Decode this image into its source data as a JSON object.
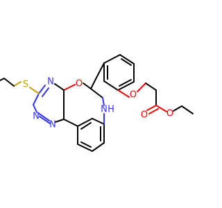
{
  "molecule": {
    "atom_labels": {
      "o_ring": "O",
      "n_triazine_top": "N",
      "n_triazine_left": "N",
      "n_triazine_bottom": "N",
      "nh": "N",
      "h": "H",
      "s": "S",
      "o_ether": "O",
      "o_carbonyl": "O",
      "o_ester": "O"
    },
    "colors": {
      "carbon_bond": "#000000",
      "nitrogen": "#3333ff",
      "oxygen": "#ff0000",
      "sulfur": "#c8a000",
      "background": "#ffffff"
    }
  }
}
